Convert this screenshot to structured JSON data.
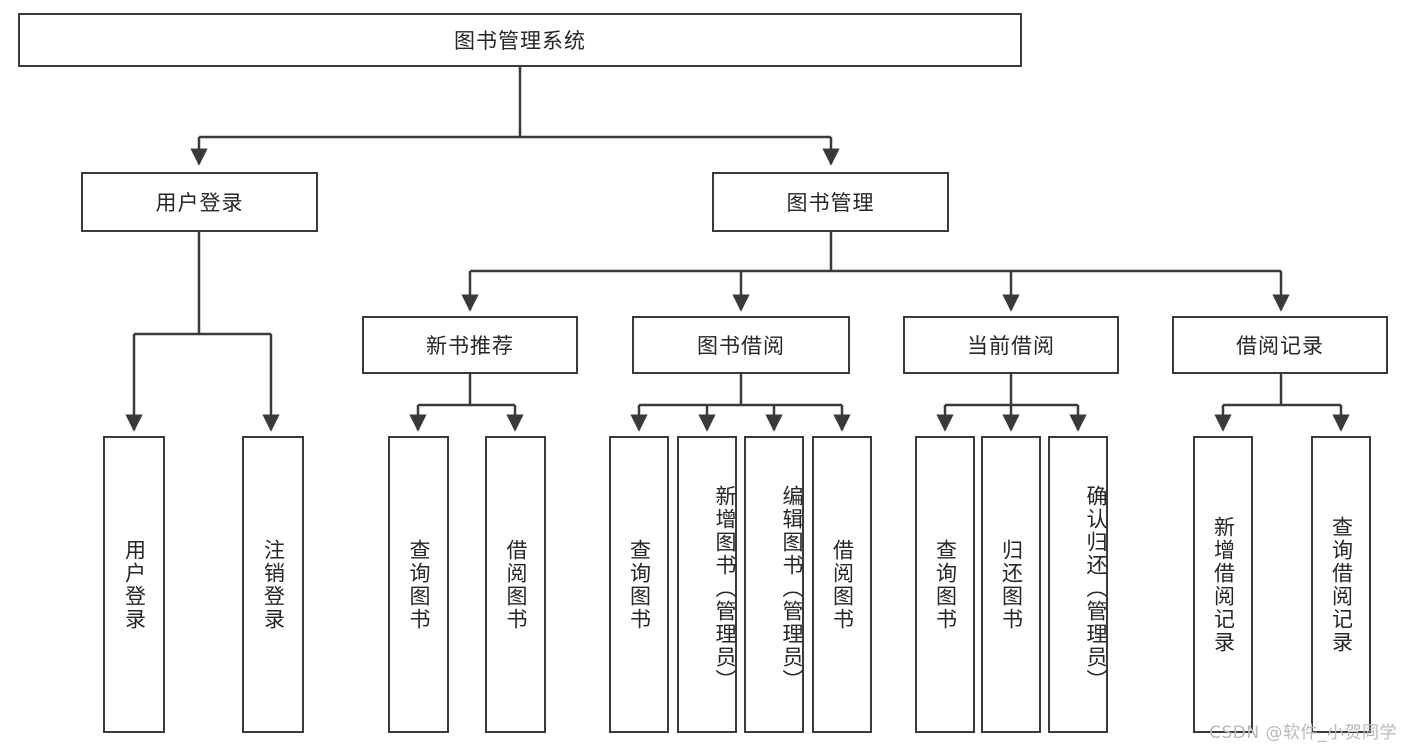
{
  "diagram": {
    "type": "tree-hierarchy",
    "title": "图书管理系统",
    "theme": {
      "background": "#ffffff",
      "node_border": "#3a3a3a",
      "node_fill": "#ffffff",
      "text": "#262626",
      "connector": "#3a3a3a",
      "watermark": "#b9b9b9"
    },
    "root": {
      "label": "图书管理系统"
    },
    "level2": [
      {
        "id": "user-login",
        "label": "用户登录"
      },
      {
        "id": "book-manage",
        "label": "图书管理"
      }
    ],
    "level3": [
      {
        "id": "new-book-recommend",
        "label": "新书推荐",
        "parent": "book-manage"
      },
      {
        "id": "book-borrow",
        "label": "图书借阅",
        "parent": "book-manage"
      },
      {
        "id": "current-borrow",
        "label": "当前借阅",
        "parent": "book-manage"
      },
      {
        "id": "borrow-record",
        "label": "借阅记录",
        "parent": "book-manage"
      }
    ],
    "leaves": [
      {
        "id": "leaf-user-login",
        "label": "用户登录",
        "parent": "user-login"
      },
      {
        "id": "leaf-logout-login",
        "label": "注销登录",
        "parent": "user-login"
      },
      {
        "id": "leaf-query-book-1",
        "label": "查询图书",
        "parent": "new-book-recommend"
      },
      {
        "id": "leaf-borrow-book-1",
        "label": "借阅图书",
        "parent": "new-book-recommend"
      },
      {
        "id": "leaf-query-book-2",
        "label": "查询图书",
        "parent": "book-borrow"
      },
      {
        "id": "leaf-add-book",
        "label": "新增图书（管理员）",
        "parent": "book-borrow"
      },
      {
        "id": "leaf-edit-book",
        "label": "编辑图书（管理员）",
        "parent": "book-borrow"
      },
      {
        "id": "leaf-borrow-book-2",
        "label": "借阅图书",
        "parent": "book-borrow"
      },
      {
        "id": "leaf-query-book-3",
        "label": "查询图书",
        "parent": "current-borrow"
      },
      {
        "id": "leaf-return-book",
        "label": "归还图书",
        "parent": "current-borrow"
      },
      {
        "id": "leaf-confirm-return",
        "label": "确认归还（管理员）",
        "parent": "current-borrow"
      },
      {
        "id": "leaf-add-record",
        "label": "新增借阅记录",
        "parent": "borrow-record"
      },
      {
        "id": "leaf-query-record",
        "label": "查询借阅记录",
        "parent": "borrow-record"
      }
    ],
    "watermark": "CSDN @软件_小贺同学"
  }
}
